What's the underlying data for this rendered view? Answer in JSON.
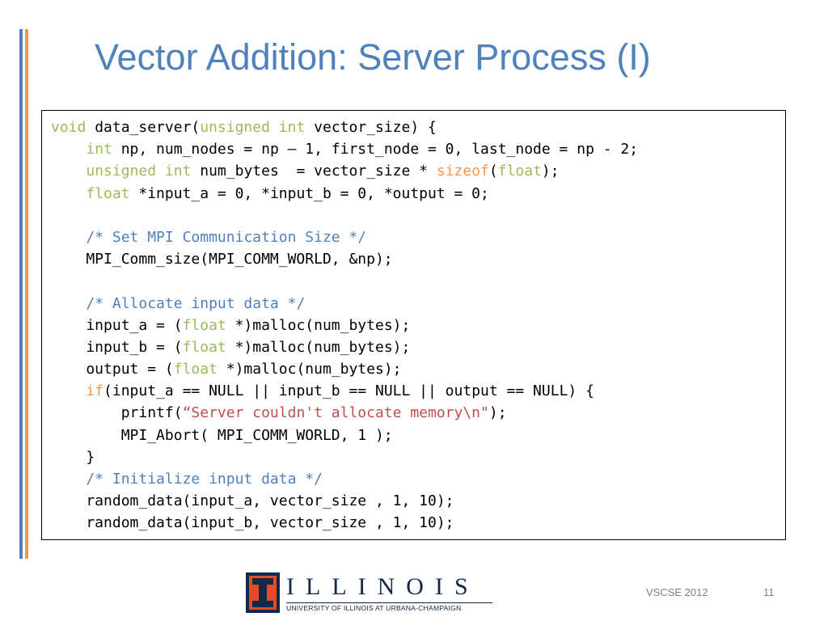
{
  "slide": {
    "title": "Vector Addition: Server Process (I)",
    "footer_text": "VSCSE 2012",
    "slide_number": "11"
  },
  "colors": {
    "title": "#4f81bd",
    "keyword": "#9bbb59",
    "builtin": "#f79646",
    "comment": "#4f81bd",
    "string": "#c0504d",
    "accent_bar_blue": "#4f81bd",
    "accent_bar_orange": "#f79646"
  },
  "logo": {
    "wordmark": "ILLINOIS",
    "subtitle": "UNIVERSITY OF ILLINOIS AT URBANA-CHAMPAIGN",
    "icon": "illinois-block-i-icon"
  },
  "code_lines": [
    [
      {
        "t": "void",
        "c": "kw"
      },
      {
        "t": " data_server("
      },
      {
        "t": "unsigned",
        "c": "kw"
      },
      {
        "t": " "
      },
      {
        "t": "int",
        "c": "kw"
      },
      {
        "t": " vector_size) {"
      }
    ],
    [
      {
        "t": "    "
      },
      {
        "t": "int",
        "c": "kw"
      },
      {
        "t": " np, num_nodes = np – 1, first_node = 0, last_node = np - 2;"
      }
    ],
    [
      {
        "t": "    "
      },
      {
        "t": "unsigned",
        "c": "kw"
      },
      {
        "t": " "
      },
      {
        "t": "int",
        "c": "kw"
      },
      {
        "t": " num_bytes  = vector_size * "
      },
      {
        "t": "sizeof",
        "c": "fn"
      },
      {
        "t": "("
      },
      {
        "t": "float",
        "c": "kw"
      },
      {
        "t": ");"
      }
    ],
    [
      {
        "t": "    "
      },
      {
        "t": "float",
        "c": "kw"
      },
      {
        "t": " *input_a = 0, *input_b = 0, *output = 0;"
      }
    ],
    [],
    [
      {
        "t": "    "
      },
      {
        "t": "/* Set MPI Communication Size */",
        "c": "cm"
      }
    ],
    [
      {
        "t": "    MPI_Comm_size(MPI_COMM_WORLD, &np);"
      }
    ],
    [],
    [
      {
        "t": "    "
      },
      {
        "t": "/* Allocate input data */",
        "c": "cm"
      }
    ],
    [
      {
        "t": "    input_a = ("
      },
      {
        "t": "float",
        "c": "kw"
      },
      {
        "t": " *)malloc(num_bytes);"
      }
    ],
    [
      {
        "t": "    input_b = ("
      },
      {
        "t": "float",
        "c": "kw"
      },
      {
        "t": " *)malloc(num_bytes);"
      }
    ],
    [
      {
        "t": "    output = ("
      },
      {
        "t": "float",
        "c": "kw"
      },
      {
        "t": " *)malloc(num_bytes);"
      }
    ],
    [
      {
        "t": "    "
      },
      {
        "t": "if",
        "c": "fn"
      },
      {
        "t": "(input_a == NULL || input_b == NULL || output == NULL) {"
      }
    ],
    [
      {
        "t": "        printf("
      },
      {
        "t": "“Server couldn't allocate memory\\n\"",
        "c": "str"
      },
      {
        "t": ");"
      }
    ],
    [
      {
        "t": "        MPI_Abort( MPI_COMM_WORLD, 1 );"
      }
    ],
    [
      {
        "t": "    }"
      }
    ],
    [
      {
        "t": "    "
      },
      {
        "t": "/* Initialize input data */",
        "c": "cm"
      }
    ],
    [
      {
        "t": "    random_data(input_a, vector_size , 1, 10);"
      }
    ],
    [
      {
        "t": "    random_data(input_b, vector_size , 1, 10);"
      }
    ]
  ]
}
